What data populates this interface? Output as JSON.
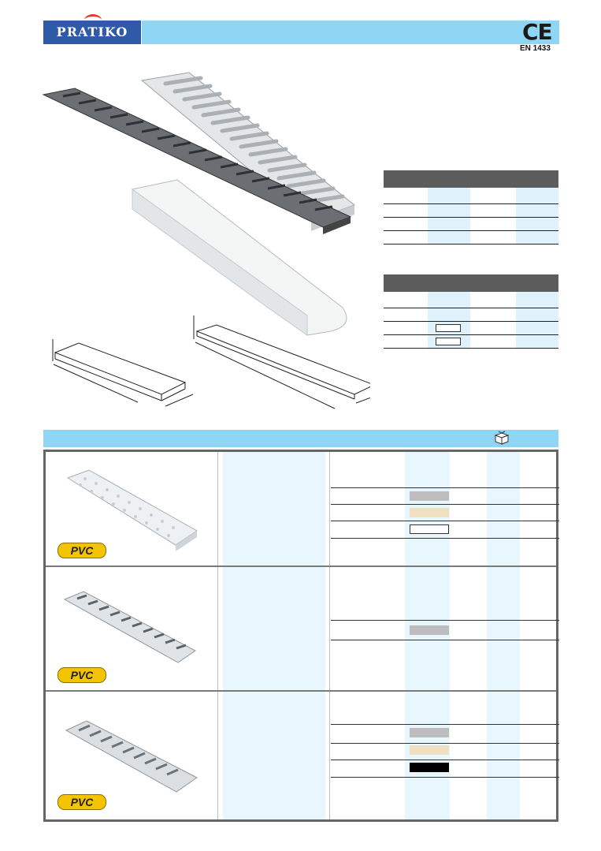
{
  "header": {
    "brand": "PRATIKO",
    "standard": "EN 1433",
    "ce_mark": "CE"
  },
  "icons": {
    "package": "package-icon"
  },
  "colors": {
    "header_blue": "#8fd6f4",
    "table_head": "#5c5c5c",
    "column_blue": "#dff2fc",
    "pvc_badge": "#f5c400",
    "swatch_grey": "#bdbdbd",
    "swatch_beige": "#efe0c2",
    "swatch_white": "#ffffff",
    "swatch_black": "#000000"
  },
  "catalog": {
    "sections": [
      {
        "material": "PVC",
        "swatches": [
          "grey",
          "beige",
          "white"
        ]
      },
      {
        "material": "PVC",
        "swatches": [
          "grey"
        ]
      },
      {
        "material": "PVC",
        "swatches": [
          "grey",
          "beige",
          "black"
        ]
      }
    ]
  }
}
